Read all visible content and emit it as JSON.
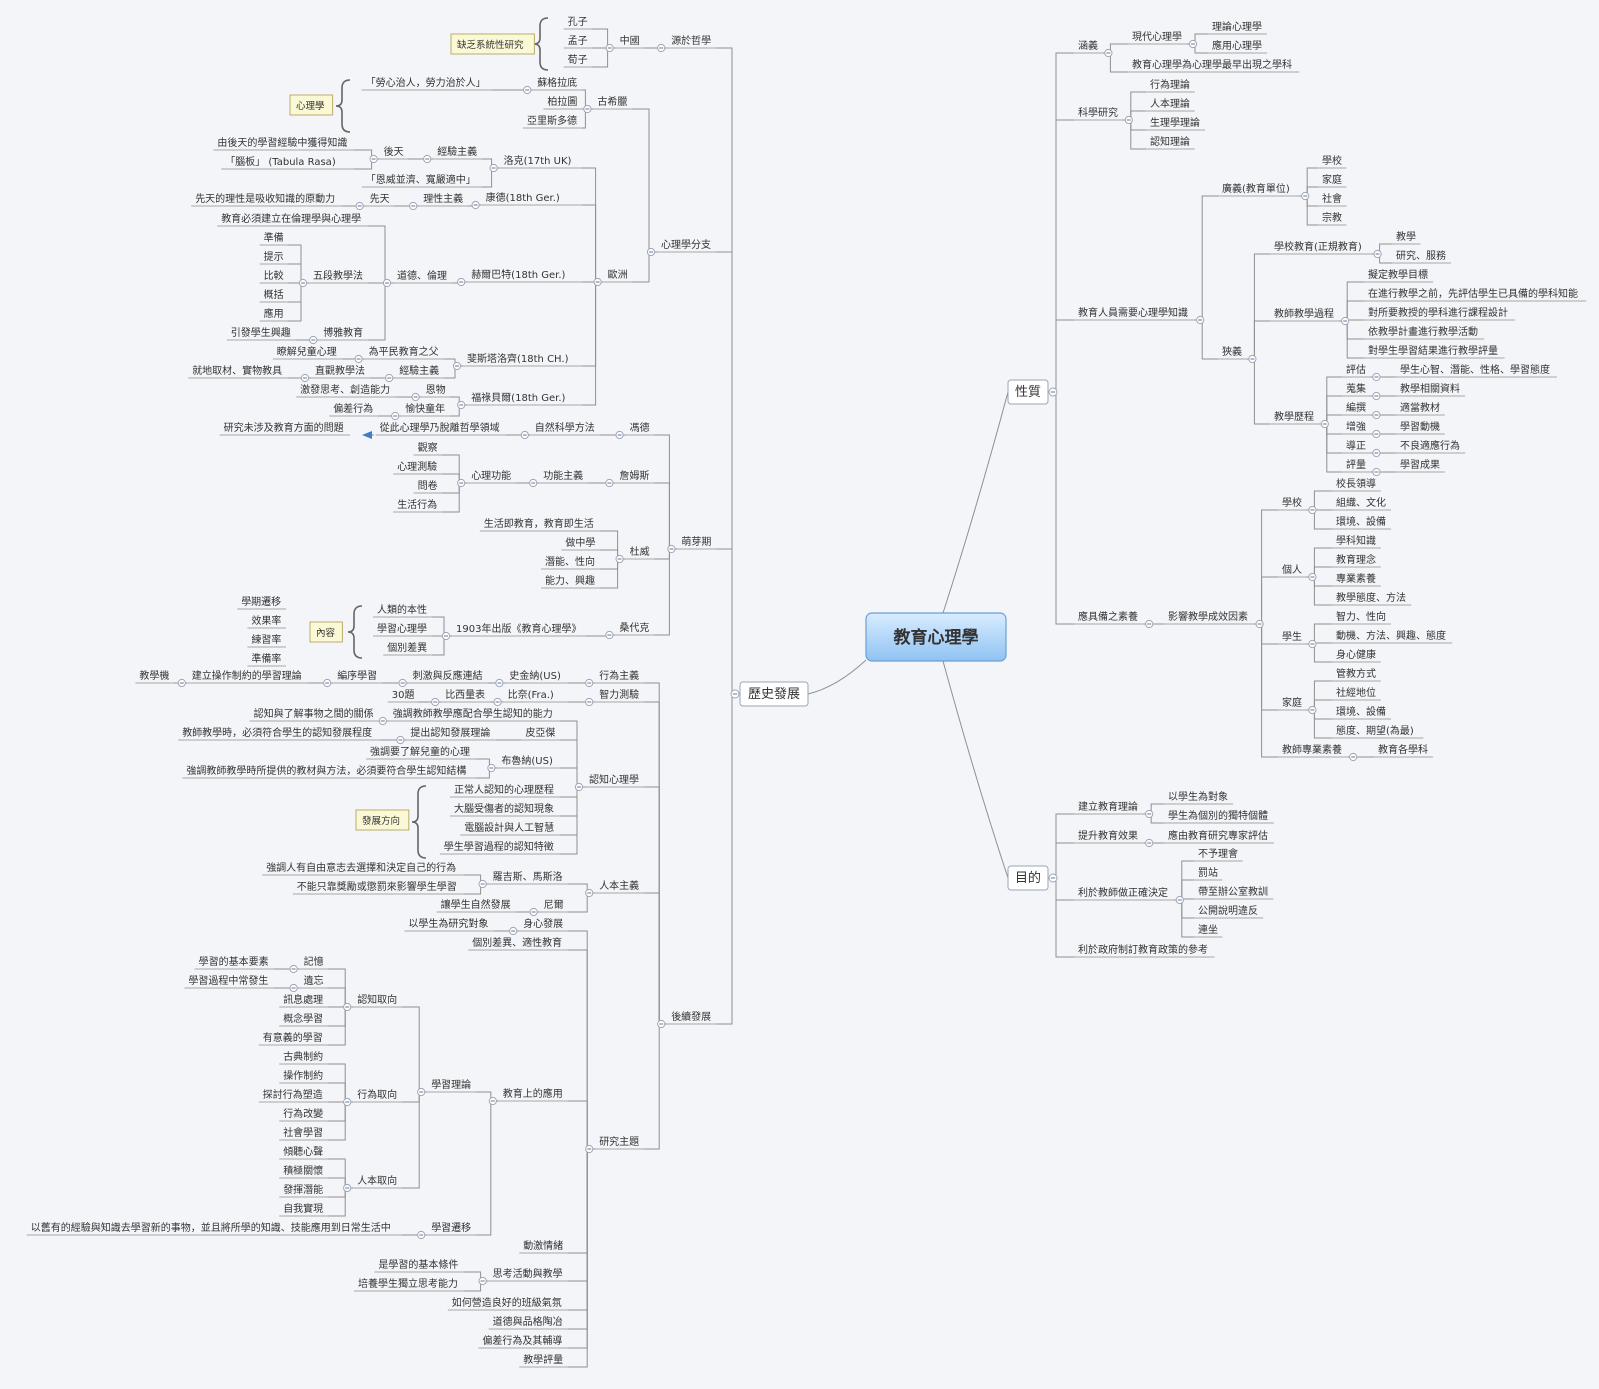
{
  "colors": {
    "background": "#f3f5f9",
    "root_top": "#d9ecff",
    "root_bottom": "#8fc3f2",
    "root_border": "#6a9fd4",
    "accent_arrow": "#3d7ec9"
  },
  "central": "教育心理學",
  "main": {
    "history": "歷史發展",
    "nature": "性質",
    "purpose": "目的"
  },
  "history": {
    "philosophy": {
      "label": "源於哲學",
      "china": {
        "label": "中國",
        "children": [
          "孔子",
          "孟子",
          "荀子"
        ],
        "note": "缺乏系統性研究"
      }
    },
    "branch": {
      "label": "心理學分支",
      "greece": {
        "label": "古希臘",
        "socrates": "蘇格拉底",
        "socrates_quote": "「勞心治人，勞力治於人」",
        "plato": "柏拉圖",
        "aristotle": "亞里斯多德",
        "note": "心理學"
      },
      "europe": {
        "label": "歐洲",
        "locke": "洛克(17th UK)",
        "empiricism": "經驗主義",
        "posteriori": "後天",
        "posteriori_items": [
          "由後天的學習經驗中獲得知識",
          "「腦板」 (Tabula Rasa)"
        ],
        "locke_other": "「恩威並濟、寬嚴適中」",
        "kant": "康德(18th  Ger.)",
        "rationalism": "理性主義",
        "priori": "先天",
        "priori_item": "先天的理性是吸收知識的原動力",
        "herbart": "赫爾巴特(18th Ger.)",
        "ethics": "道德、倫理",
        "ethics_item": "教育必須建立在倫理學與心理學",
        "five_steps": "五段教學法",
        "five_steps_items": [
          "準備",
          "提示",
          "比較",
          "概括",
          "應用"
        ],
        "liberal": "博雅教育",
        "liberal_item": "引發學生興趣",
        "pestalozzi": "斐斯塔洛齊(18th CH.)",
        "commoner": "為平民教育之父",
        "commoner_item": "瞭解兒童心理",
        "empiricism2": "經驗主義",
        "intuitive": "直觀教學法",
        "intuitive_item": "就地取材、實物教具",
        "froebel": "福祿貝爾(18th Ger.)",
        "gift": "恩物",
        "gift_item": "激發思考、創造能力",
        "happy": "愉快童年",
        "happy_item": "偏差行為"
      }
    },
    "budding": {
      "label": "萌芽期",
      "wundt": "馮德",
      "science_method": "自然科學方法",
      "science_item": "從此心理學乃脫離哲學領域",
      "science_sub": "研究未涉及教育方面的問題",
      "james": "詹姆斯",
      "functionalism": "功能主義",
      "mental_function": "心理功能",
      "mental_items": [
        "觀察",
        "心理測驗",
        "問卷",
        "生活行為"
      ],
      "dewey": "杜威",
      "dewey_items": [
        "生活即教育，教育即生活",
        "做中學",
        "潛能、性向",
        "能力、興趣"
      ],
      "thorndike": "桑代克",
      "book": "1903年出版《教育心理學》",
      "book_items": [
        "人類的本性",
        "學習心理學",
        "個別差異"
      ],
      "content_note": "內容",
      "learning_items": [
        "學期遷移",
        "效果率",
        "練習率",
        "準備率"
      ]
    },
    "later": {
      "label": "後續發展",
      "behaviorism": "行為主義",
      "skinner": "史金納(US)",
      "stimulus": "刺激與反應連結",
      "programmed": "編序學習",
      "operant": "建立操作制約的學習理論",
      "machine": "教學機",
      "iq": "智力測驗",
      "binet": "比奈(Fra.)",
      "binet_scale": "比西量表",
      "binet_30": "30題",
      "cognitive": "認知心理學",
      "piaget": "皮亞傑",
      "piaget_stage": "提出認知發展理論",
      "piaget_stage_item": "教師教學時，必須符合學生的認知發展程度",
      "piaget_match": "強調教師教學應配合學生認知的能力",
      "piaget_match_item": "認知與了解事物之間的關係",
      "bruner": "布魯納(US)",
      "bruner_items": [
        "強調要了解兒童的心理",
        "強調教師教學時所提供的教材與方法，必須要符合學生認知結構"
      ],
      "directions_note": "發展方向",
      "directions": [
        "正常人認知的心理歷程",
        "大腦受傷者的認知現象",
        "電腦設計與人工智慧",
        "學生學習過程的認知特徵"
      ],
      "humanism": "人本主義",
      "rogers": "羅吉斯、馬斯洛",
      "rogers_items": [
        "強調人有自由意志去選擇和決定自己的行為",
        "不能只靠獎勵或懲罰來影響學生學習"
      ],
      "neill": "尼爾",
      "neill_item": "讓學生自然發展",
      "topics": "研究主題",
      "mind_body": "身心發展",
      "mind_body_item": "以學生為研究對象",
      "individual": "個別差異、適性教育",
      "application": "教育上的應用",
      "learning_theory": "學習理論",
      "cog_orientation": "認知取向",
      "memory": "記憶",
      "memory_item": "學習的基本要素",
      "forget": "遺忘",
      "forget_item": "學習過程中常發生",
      "cog_items": [
        "訊息處理",
        "概念學習",
        "有意義的學習"
      ],
      "beh_orientation": "行為取向",
      "beh_items": [
        "古典制約",
        "操作制約",
        "探討行為塑造",
        "行為改變",
        "社會學習"
      ],
      "hum_orientation": "人本取向",
      "hum_items": [
        "傾聽心聲",
        "積極關懷",
        "發揮潛能",
        "自我實現"
      ],
      "transfer": "學習遷移",
      "transfer_item": "以舊有的經驗與知識去學習新的事物，並且將所學的知識、技能應用到日常生活中",
      "motivation": "動激情緒",
      "thinking": "思考活動與教學",
      "thinking_items": [
        "是學習的基本條件",
        "培養學生獨立思考能力"
      ],
      "others": [
        "如何營造良好的班級氣氛",
        "道德與品格陶冶",
        "偏差行為及其輔導",
        "教學評量"
      ]
    }
  },
  "nature": {
    "meaning": "涵義",
    "modern": "現代心理學",
    "modern_items": [
      "理論心理學",
      "應用心理學"
    ],
    "meaning_item": "教育心理學為心理學最早出現之學科",
    "science": "科學研究",
    "science_items": [
      "行為理論",
      "人本理論",
      "生理學理論",
      "認知理論"
    ],
    "need": "教育人員需要心理學知識",
    "broad": "廣義(教育單位)",
    "broad_items": [
      "學校",
      "家庭",
      "社會",
      "宗教"
    ],
    "narrow": "狹義",
    "school_edu": "學校教育(正規教育)",
    "school_edu_items": [
      "教學",
      "研究、服務"
    ],
    "teaching_process": "教師教學過程",
    "teaching_process_items": [
      "擬定教學目標",
      "在進行教學之前，先評估學生已具備的學科知能",
      "對所要教授的學科進行課程設計",
      "依教學計畫進行教學活動",
      "對學生學習結果進行教學評量"
    ],
    "teaching_course": "教學歷程",
    "course_items": [
      {
        "k": "評估",
        "v": "學生心智、潛能、性格、學習態度"
      },
      {
        "k": "蒐集",
        "v": "教學相關資料"
      },
      {
        "k": "編撰",
        "v": "適當教材"
      },
      {
        "k": "增強",
        "v": "學習動機"
      },
      {
        "k": "導正",
        "v": "不良適應行為"
      },
      {
        "k": "評量",
        "v": "學習成果"
      }
    ],
    "quality": "應具備之素養",
    "factors": "影響教學成效因素",
    "school": "學校",
    "school_items": [
      "校長領導",
      "組織、文化",
      "環境、設備"
    ],
    "personal": "個人",
    "personal_items": [
      "學科知識",
      "教育理念",
      "專業素養",
      "教學態度、方法"
    ],
    "student": "學生",
    "student_items": [
      "智力、性向",
      "動機、方法、興趣、態度",
      "身心健康"
    ],
    "family": "家庭",
    "family_items": [
      "管教方式",
      "社經地位",
      "環境、設備",
      "態度、期望(為最)"
    ],
    "professional": "教師專業素養",
    "professional_item": "教育各學科"
  },
  "purpose": {
    "theory": "建立教育理論",
    "theory_items": [
      "以學生為對象",
      "學生為個別的獨特個體"
    ],
    "effect": "提升教育效果",
    "effect_item": "應由教育研究專家評估",
    "decision": "利於教師做正確決定",
    "decision_items": [
      "不予理會",
      "罰站",
      "帶至辦公室教訓",
      "公開說明違反",
      "連坐"
    ],
    "policy": "利於政府制訂教育政策的參考"
  }
}
